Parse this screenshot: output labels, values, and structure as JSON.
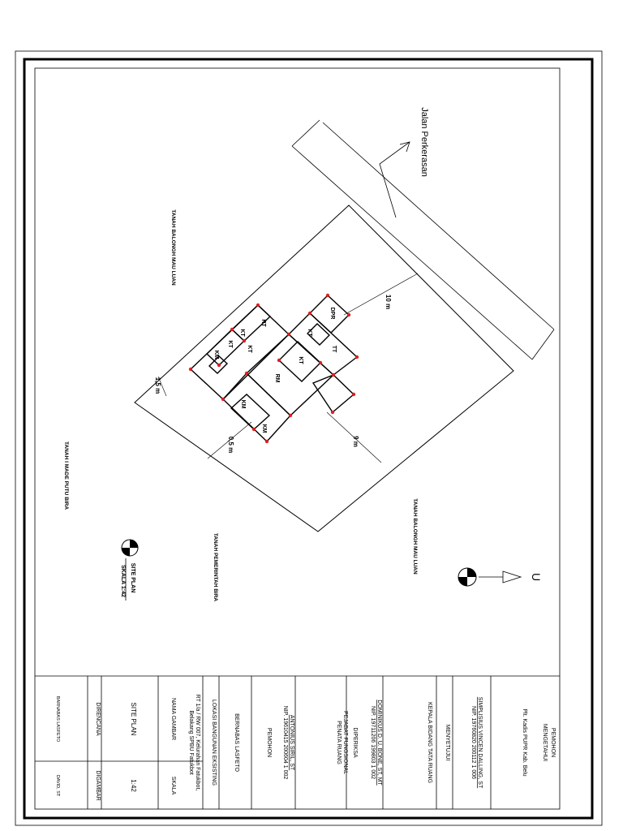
{
  "road": {
    "label": "Jalan Perkerasan"
  },
  "neighbors": {
    "north_east": "TANAH BALONGH MAU LUAN",
    "south": "TANAH BALONGH MAU LUAN",
    "west": "TANAH I MADE PUTU BIRA",
    "south_west": "TANAH PEMERINTAH BIRA"
  },
  "dimensions": {
    "front": "10 m",
    "right_side": "9 m",
    "left_side": "0,5 m",
    "setback": "1,5 m"
  },
  "building": {
    "room_labels": [
      "KM",
      "KT",
      "KT",
      "KT",
      "RT",
      "RM",
      "KT",
      "KT",
      "DPR",
      "TT",
      "KM",
      "KM"
    ]
  },
  "site_plan": {
    "title": "SITE PLAN",
    "scale": "SKALA 1:42"
  },
  "north_arrow": {
    "label": "U"
  },
  "title_block": {
    "pemohon_heading": "PEMOHON",
    "mengetahui": "MENGETAHUI",
    "plt_kadis": "Plt. Kadis PUPR Kab. Belu",
    "kadis_name": "SIMPLISIUS VINCEN DALLING, ST",
    "kadis_nip": "NIP. 19760820 200112 1 006",
    "menyetujui": "MENYETUJUI",
    "kepala_bidang": "KEPALA BIDANG TATA RUANG",
    "kepala_name": "DOMINIKUS D. U. BONE, ST, MT",
    "kepala_nip": "NIP. 19711206 199803 1 002",
    "diperiksa": "DIPERIKSA",
    "pejabat_1": "PEJABAT FUNGSIONAL",
    "pejabat_2": "PENATA RUANG",
    "pemeriksa_name": "ANTONIUS SIRIL, ST",
    "pemeriksa_nip": "NIP. 19610415 200604 1 002",
    "pemohon_label": "PEMOHON",
    "pemohon_name": "BERNABAS LASFETO",
    "lokasi": "LOKASI BANGUNAN EKSISTING",
    "alamat_1": "RT 1/a / RW 007, Kelurahan Fatukbot,",
    "alamat_2": "Belakang SPBU Fatukbot",
    "nama_gambar": "NAMA GAMBAR",
    "skala": "SKALA",
    "nama_gambar_value": "SITE PLAN",
    "skala_value": "1:42",
    "direncana": "DIRENCANA",
    "digambar": "DIGAMBAR",
    "direncana_value": "BARNABAS LASFETO",
    "digambar_value": "DAVID, ST"
  }
}
